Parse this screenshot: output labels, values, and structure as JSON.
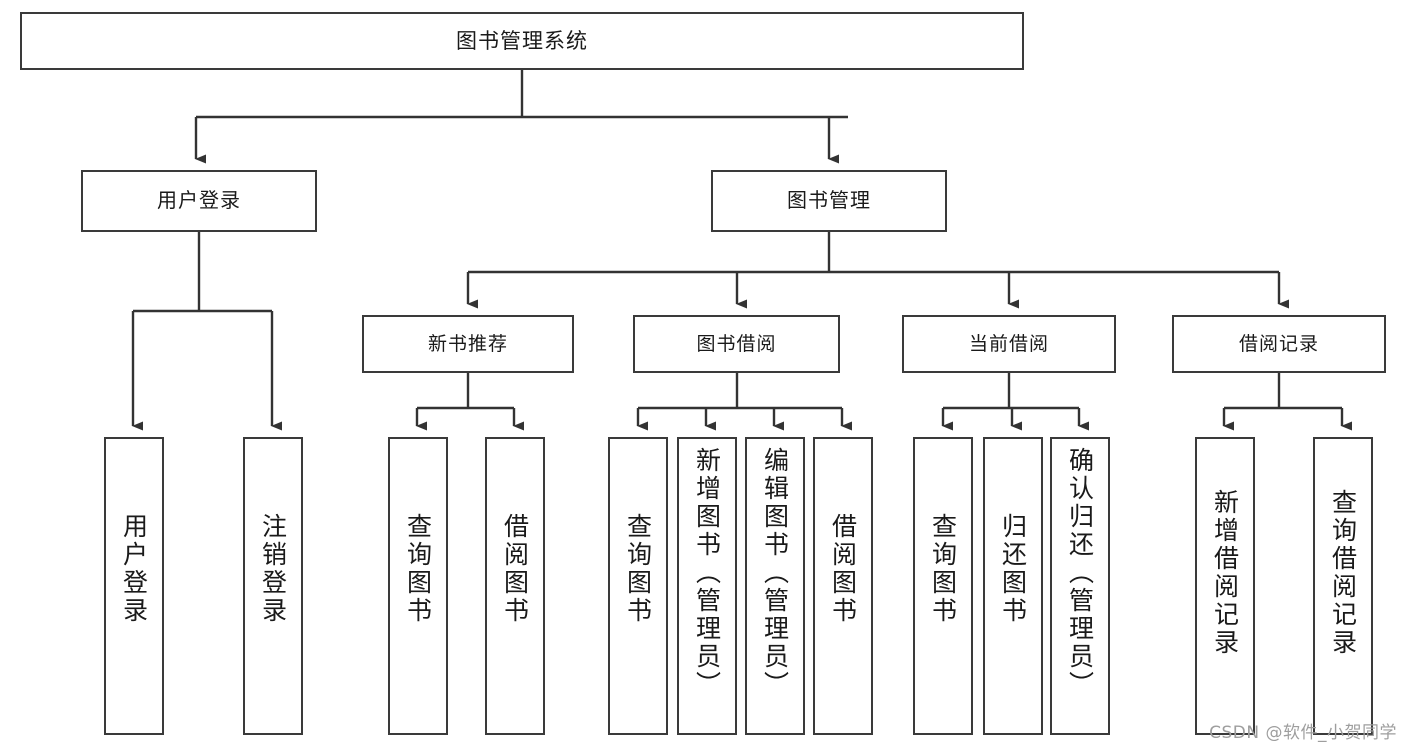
{
  "diagram": {
    "type": "tree",
    "title": "图书管理系统",
    "watermark": "CSDN @软件_小贺同学",
    "colors": {
      "box_border": "#3a3a3a",
      "box_fill": "#ffffff",
      "connector": "#333333",
      "text": "#1a1a1a",
      "watermark": "#9e9e9e",
      "background": "#ffffff"
    },
    "levels": {
      "level1": [
        {
          "id": "root",
          "label": "图书管理系统"
        }
      ],
      "level2": [
        {
          "id": "user-login",
          "label": "用户登录",
          "parent": "root"
        },
        {
          "id": "book-manage",
          "label": "图书管理",
          "parent": "root"
        }
      ],
      "level3": [
        {
          "id": "new-book-rec",
          "label": "新书推荐",
          "parent": "book-manage"
        },
        {
          "id": "book-borrow",
          "label": "图书借阅",
          "parent": "book-manage"
        },
        {
          "id": "current-loan",
          "label": "当前借阅",
          "parent": "book-manage"
        },
        {
          "id": "loan-record",
          "label": "借阅记录",
          "parent": "book-manage"
        }
      ],
      "leaves": [
        {
          "id": "leaf-user-login",
          "label": "用户登录",
          "parent": "user-login"
        },
        {
          "id": "leaf-user-logout",
          "label": "注销登录",
          "parent": "user-login"
        },
        {
          "id": "leaf-rec-query-book",
          "label": "查询图书",
          "parent": "new-book-rec"
        },
        {
          "id": "leaf-rec-borrow-book",
          "label": "借阅图书",
          "parent": "new-book-rec"
        },
        {
          "id": "leaf-bb-query-book",
          "label": "查询图书",
          "parent": "book-borrow"
        },
        {
          "id": "leaf-bb-add-book",
          "label": "新增图书（管理员）",
          "parent": "book-borrow"
        },
        {
          "id": "leaf-bb-edit-book",
          "label": "编辑图书（管理员）",
          "parent": "book-borrow"
        },
        {
          "id": "leaf-bb-borrow-book",
          "label": "借阅图书",
          "parent": "book-borrow"
        },
        {
          "id": "leaf-cl-query-book",
          "label": "查询图书",
          "parent": "current-loan"
        },
        {
          "id": "leaf-cl-return-book",
          "label": "归还图书",
          "parent": "current-loan"
        },
        {
          "id": "leaf-cl-confirm-return",
          "label": "确认归还（管理员）",
          "parent": "current-loan"
        },
        {
          "id": "leaf-lr-add-record",
          "label": "新增借阅记录",
          "parent": "loan-record"
        },
        {
          "id": "leaf-lr-query-record",
          "label": "查询借阅记录",
          "parent": "loan-record"
        }
      ]
    }
  }
}
